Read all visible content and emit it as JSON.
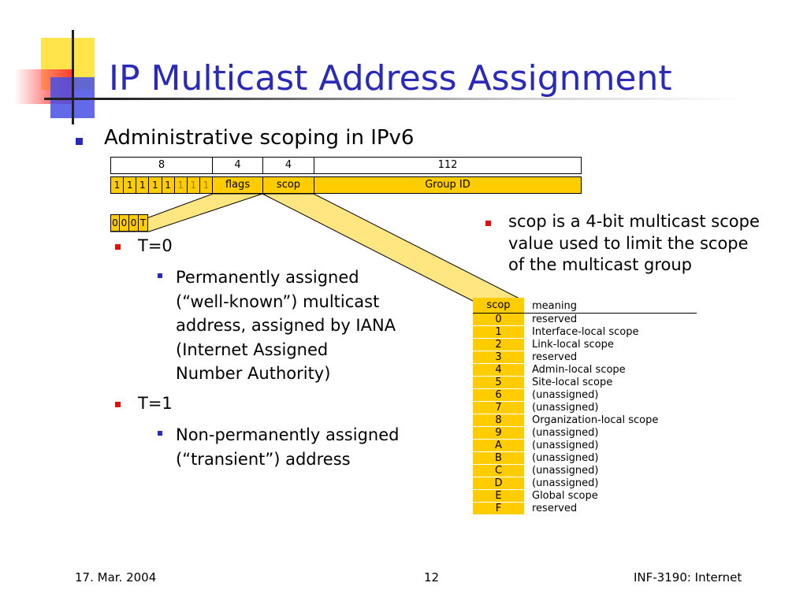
{
  "title": "IP Multicast Address Assignment",
  "bullets": {
    "main": "Administrative scoping in IPv6",
    "t0": "T=0",
    "t0_desc": [
      "Permanently assigned",
      "(“well-known”) multicast",
      "address, assigned by IANA",
      "(Internet Assigned",
      "Number Authority)"
    ],
    "t1": "T=1",
    "t1_desc": [
      "Non-permanently assigned",
      "(“transient”) address"
    ],
    "scop_note": [
      "scop is a 4-bit multicast scope",
      "value used to limit the scope",
      "of the multicast group"
    ]
  },
  "address_format": {
    "widths": [
      "8",
      "4",
      "4",
      "112"
    ],
    "prefix_bits": [
      "1",
      "1",
      "1",
      "1",
      "1",
      "1",
      "1",
      "1"
    ],
    "fields": [
      "flags",
      "scop",
      "Group ID"
    ],
    "flag_bits": [
      "0",
      "0",
      "0",
      "T"
    ]
  },
  "scope_table": {
    "headers": [
      "scop",
      "meaning"
    ],
    "rows": [
      {
        "value": "0",
        "meaning": "reserved"
      },
      {
        "value": "1",
        "meaning": "Interface-local scope"
      },
      {
        "value": "2",
        "meaning": "Link-local scope"
      },
      {
        "value": "3",
        "meaning": "reserved"
      },
      {
        "value": "4",
        "meaning": "Admin-local scope"
      },
      {
        "value": "5",
        "meaning": "Site-local scope"
      },
      {
        "value": "6",
        "meaning": "(unassigned)"
      },
      {
        "value": "7",
        "meaning": "(unassigned)"
      },
      {
        "value": "8",
        "meaning": "Organization-local scope"
      },
      {
        "value": "9",
        "meaning": "(unassigned)"
      },
      {
        "value": "A",
        "meaning": "(unassigned)"
      },
      {
        "value": "B",
        "meaning": "(unassigned)"
      },
      {
        "value": "C",
        "meaning": "(unassigned)"
      },
      {
        "value": "D",
        "meaning": "(unassigned)"
      },
      {
        "value": "E",
        "meaning": "Global scope"
      },
      {
        "value": "F",
        "meaning": "reserved"
      }
    ]
  },
  "footer": {
    "date": "17. Mar. 2004",
    "page": "12",
    "course": "INF-3190: Internet"
  },
  "colors": {
    "title": "#2a2ab8",
    "field_fill": "#ffcc00",
    "callout_fill": "#ffe680",
    "bullet_level1": "#2a2ab8",
    "bullet_level2": "#e01010"
  }
}
